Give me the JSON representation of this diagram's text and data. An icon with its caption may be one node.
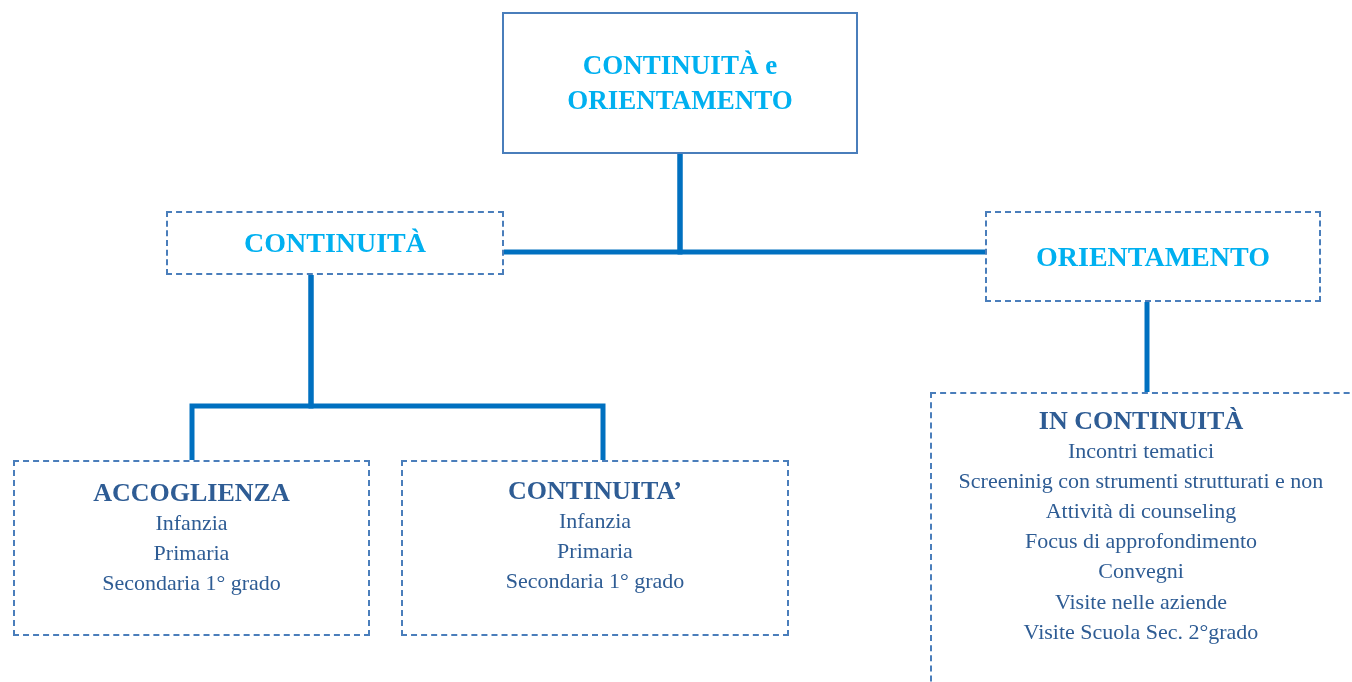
{
  "diagram": {
    "nodes": [
      {
        "text": [
          "CONTINUITÀ e ORIENTAMENTO"
        ]
      },
      {
        "text": [
          "CONTINUITÀ"
        ]
      },
      {
        "text": [
          "ORIENTAMENTO"
        ]
      },
      {
        "text": [
          "ACCOGLIENZA",
          "Infanzia",
          "Primaria",
          "Secondaria 1° grado"
        ]
      },
      {
        "text": [
          "CONTINUITA’",
          "Infanzia",
          "Primaria",
          "Secondaria 1° grado"
        ]
      },
      {
        "text": [
          "IN CONTINUITÀ",
          "Incontri tematici",
          "Screeninig con strumenti strutturati e non",
          "Attività di counseling",
          "Focus di approfondimento",
          "Convegni",
          "Visite nelle aziende",
          "Visite Scuola Sec. 2°grado"
        ]
      }
    ],
    "edges": [
      {
        "from": 0,
        "to": 1,
        "arrow": "none"
      },
      {
        "from": 0,
        "to": 2,
        "arrow": "none"
      },
      {
        "from": 1,
        "to": 3,
        "arrow": "none"
      },
      {
        "from": 1,
        "to": 4,
        "arrow": "none"
      },
      {
        "from": 2,
        "to": 5,
        "arrow": "none"
      }
    ]
  }
}
